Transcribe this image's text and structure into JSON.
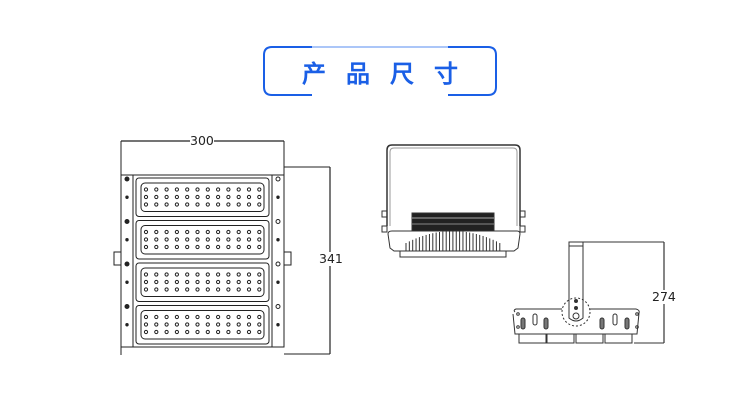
{
  "header": {
    "title": "产品尺寸",
    "accent_color": "#1a5fe6"
  },
  "views": {
    "front": {
      "name": "front-view",
      "width_dimension": "300",
      "height_dimension": "341",
      "led_modules": 4,
      "led_rows_per_module": 3,
      "led_columns_per_module": 12
    },
    "top": {
      "name": "top-view"
    },
    "side": {
      "name": "side-view",
      "height_dimension": "274"
    }
  }
}
